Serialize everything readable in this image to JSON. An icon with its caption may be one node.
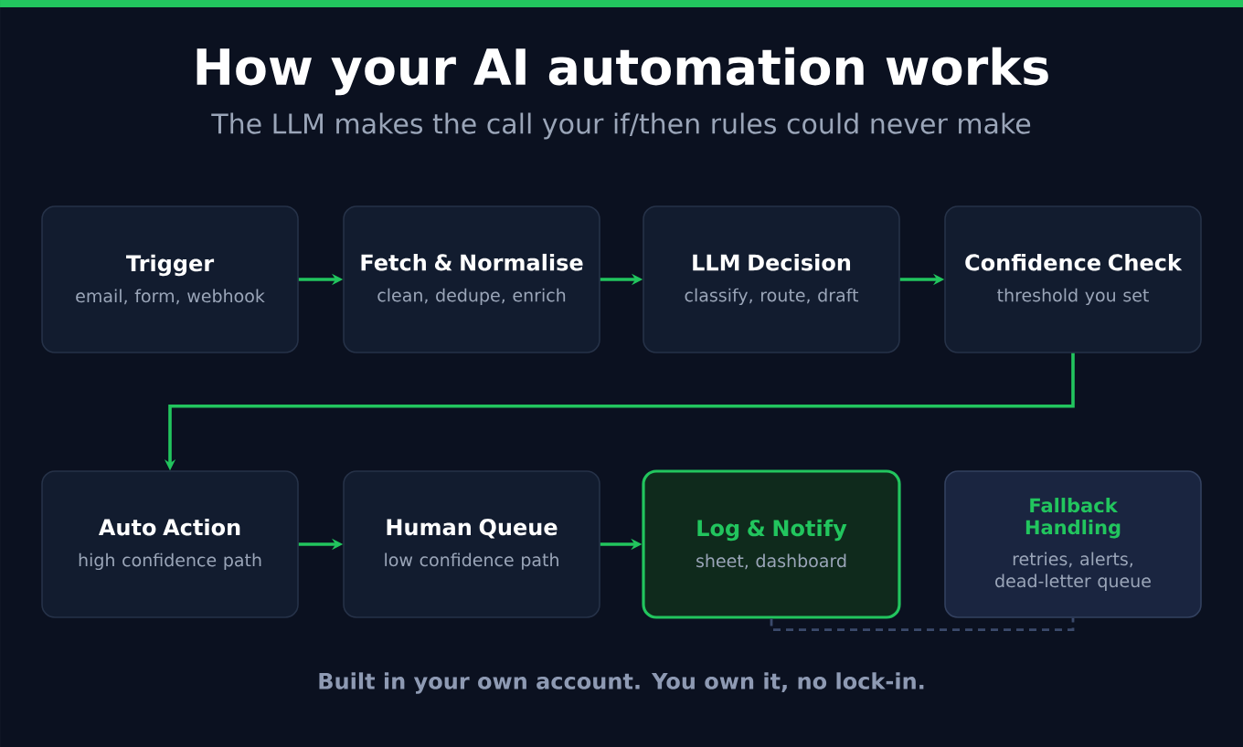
{
  "diagram": {
    "title": "How your AI automation works",
    "nodes": [
      {
        "text": [
          "Trigger",
          "email, form, webhook"
        ]
      },
      {
        "text": [
          "Fetch & Normalise",
          "clean, dedupe, enrich"
        ]
      },
      {
        "text": [
          "LLM Decision",
          "classify, route, draft"
        ]
      },
      {
        "text": [
          "Confidence Check",
          "threshold you set"
        ]
      },
      {
        "text": [
          "Auto Action",
          "high confidence path"
        ]
      },
      {
        "text": [
          "Human Queue",
          "low confidence path"
        ]
      },
      {
        "text": [
          "Log & Notify",
          "sheet, dashboard"
        ]
      },
      {
        "text": [
          "Fallback Handling",
          "retries, alerts, dead-letter queue"
        ]
      }
    ],
    "edges": [
      {
        "from": 0,
        "to": 1,
        "arrow": "to"
      },
      {
        "from": 1,
        "to": 2,
        "arrow": "to"
      },
      {
        "from": 2,
        "to": 3,
        "arrow": "to"
      },
      {
        "from": 3,
        "to": 4,
        "arrow": "to"
      },
      {
        "from": 4,
        "to": 5,
        "arrow": "to"
      },
      {
        "from": 5,
        "to": 6,
        "arrow": "to"
      },
      {
        "from": 6,
        "to": 7,
        "arrow": "none",
        "style": "dashed",
        "color": "#3b4a6b"
      }
    ],
    "labels": [
      "The LLM makes the call your if/then rules could never make",
      "Built in your own account. You own it, no lock-in."
    ]
  }
}
